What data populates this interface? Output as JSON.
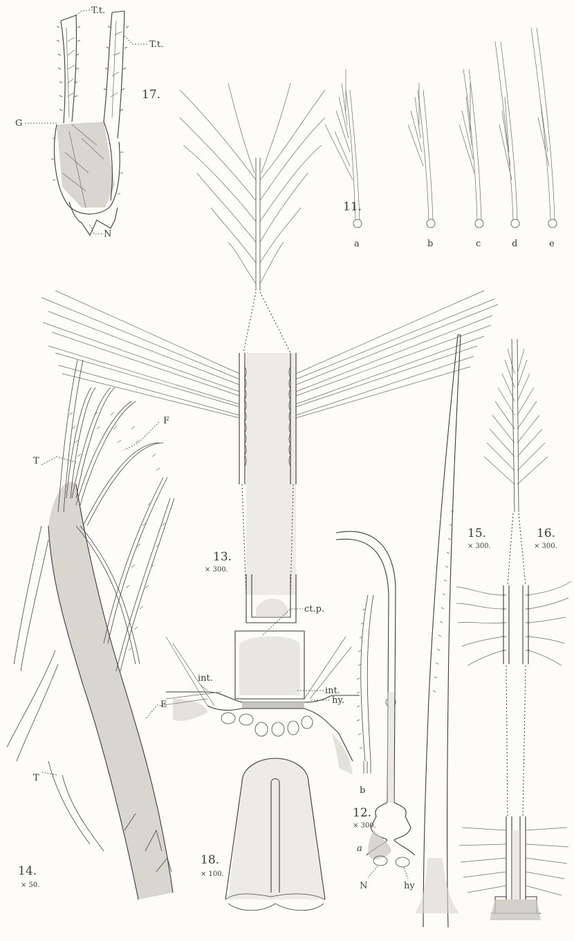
{
  "figures": {
    "fig11": {
      "number": "11.",
      "sublabels": [
        "a",
        "b",
        "c",
        "d",
        "e"
      ]
    },
    "fig12": {
      "number": "12.",
      "magnification": "× 300.",
      "labels": {
        "a": "a",
        "b": "b",
        "N": "N",
        "hy": "hy"
      }
    },
    "fig13": {
      "number": "13.",
      "magnification": "× 300.",
      "labels": {
        "ctp": "ct.p.",
        "int_left": "int.",
        "int_right": "int.",
        "hy": "hy."
      }
    },
    "fig14": {
      "number": "14.",
      "magnification": "× 50.",
      "labels": {
        "T_top": "T",
        "F": "F",
        "T_bottom": "T",
        "E": "E"
      }
    },
    "fig15": {
      "number": "15.",
      "magnification": "× 300."
    },
    "fig16": {
      "number": "16.",
      "magnification": "× 300."
    },
    "fig17": {
      "number": "17.",
      "labels": {
        "Tt_left": "T.t.",
        "Tt_right": "T.t.",
        "G": "G",
        "N": "N"
      }
    },
    "fig18": {
      "number": "18.",
      "magnification": "× 100."
    }
  }
}
